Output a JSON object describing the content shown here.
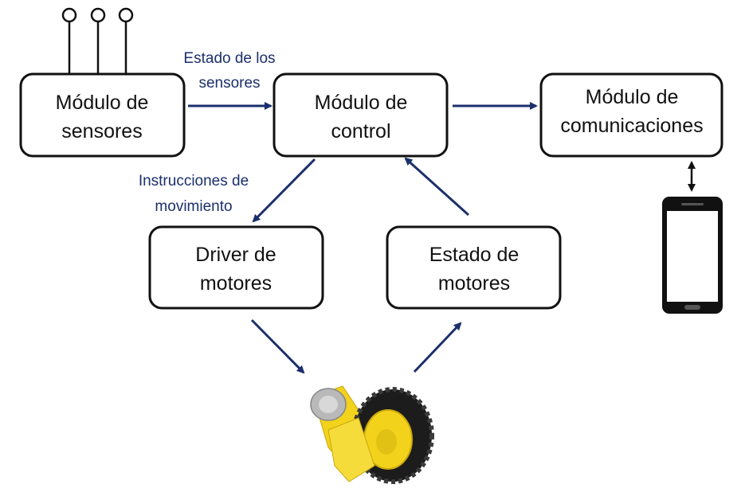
{
  "colors": {
    "arrow": "#1b2f6b",
    "box_border": "#111111",
    "edge_label": "#1b2f6b",
    "wheel_yellow": "#f2d21b",
    "tire": "#1c1c1c",
    "phone_body": "#111111"
  },
  "nodes": {
    "sensors": {
      "line1": "Módulo de",
      "line2": "sensores"
    },
    "control": {
      "line1": "Módulo de",
      "line2": "control"
    },
    "comms": {
      "line1": "Módulo de",
      "line2": "comunicaciones"
    },
    "driver": {
      "line1": "Driver de",
      "line2": "motores"
    },
    "motor_state": {
      "line1": "Estado de",
      "line2": "motores"
    }
  },
  "edge_labels": {
    "sensor_state": {
      "line1": "Estado de los",
      "line2": "sensores"
    },
    "movement": {
      "line1": "Instrucciones de",
      "line2": "movimiento"
    }
  },
  "images": {
    "sensor_pins": "sensor-pins-icon",
    "phone": "smartphone-icon",
    "motor": "motor-wheel-icon"
  }
}
